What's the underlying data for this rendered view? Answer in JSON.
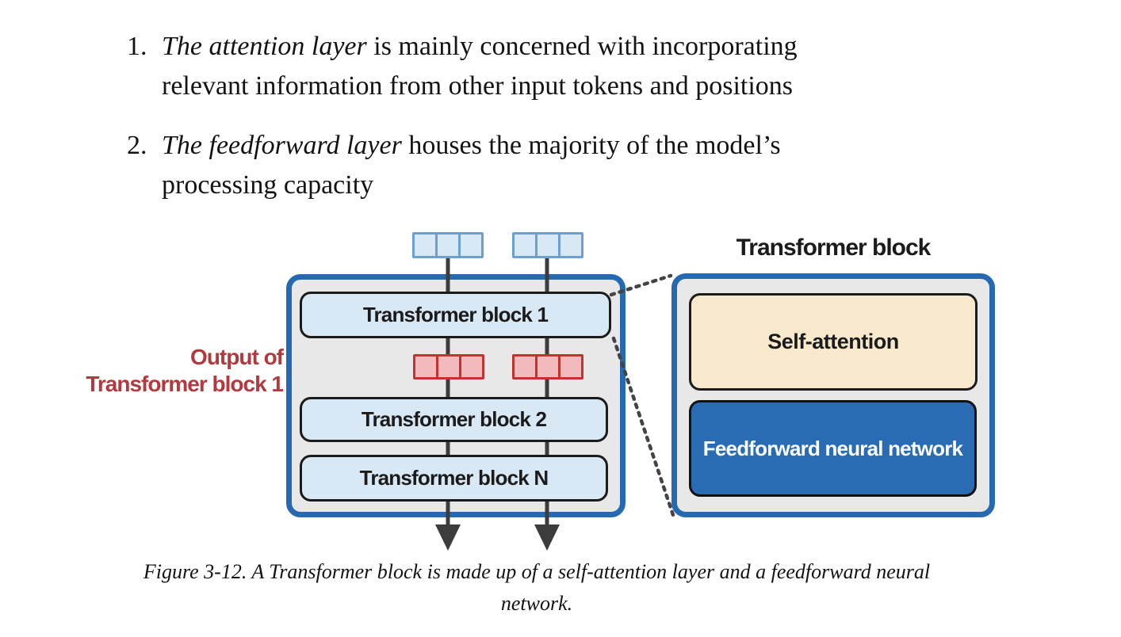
{
  "list": {
    "items": [
      {
        "marker": "1.",
        "emphasis": "The attention layer",
        "line1_rest": " is mainly concerned with incorporating",
        "line2": "relevant information from other input tokens and positions"
      },
      {
        "marker": "2.",
        "emphasis": "The feedforward layer",
        "line1_rest": " houses the majority of the model’s",
        "line2": "processing capacity"
      }
    ]
  },
  "diagram": {
    "stack": {
      "blocks": [
        "Transformer block 1",
        "Transformer block 2",
        "Transformer block N"
      ],
      "input_token_strips": 2,
      "cells_per_strip": 3,
      "hidden_token_strips": 2
    },
    "output_label": {
      "line1": "Output of",
      "line2": "Transformer block 1"
    },
    "detail": {
      "title": "Transformer block",
      "self_attention_label": "Self-attention",
      "feedforward_label": "Feedforward neural network"
    },
    "colors": {
      "outer_border": "#2569b3",
      "outer_fill": "#e8e8e8",
      "block_fill": "#d9e8f5",
      "block_border": "#1b1b1b",
      "token_blue_fill": "#d9e8f5",
      "token_blue_border": "#6e9fd3",
      "token_red_fill": "#f2babc",
      "token_red_border": "#c03331",
      "self_attention_fill": "#f9e9cc",
      "feedforward_fill": "#2a6cb4",
      "feedforward_text": "#ffffff",
      "output_label_color": "#b23a3e",
      "line_color": "#3c3c3c",
      "dash_color": "#444444"
    }
  },
  "caption": {
    "line1": "Figure 3-12. A Transformer block is made up of a self-attention layer and a feedforward neural",
    "line2": "network."
  }
}
